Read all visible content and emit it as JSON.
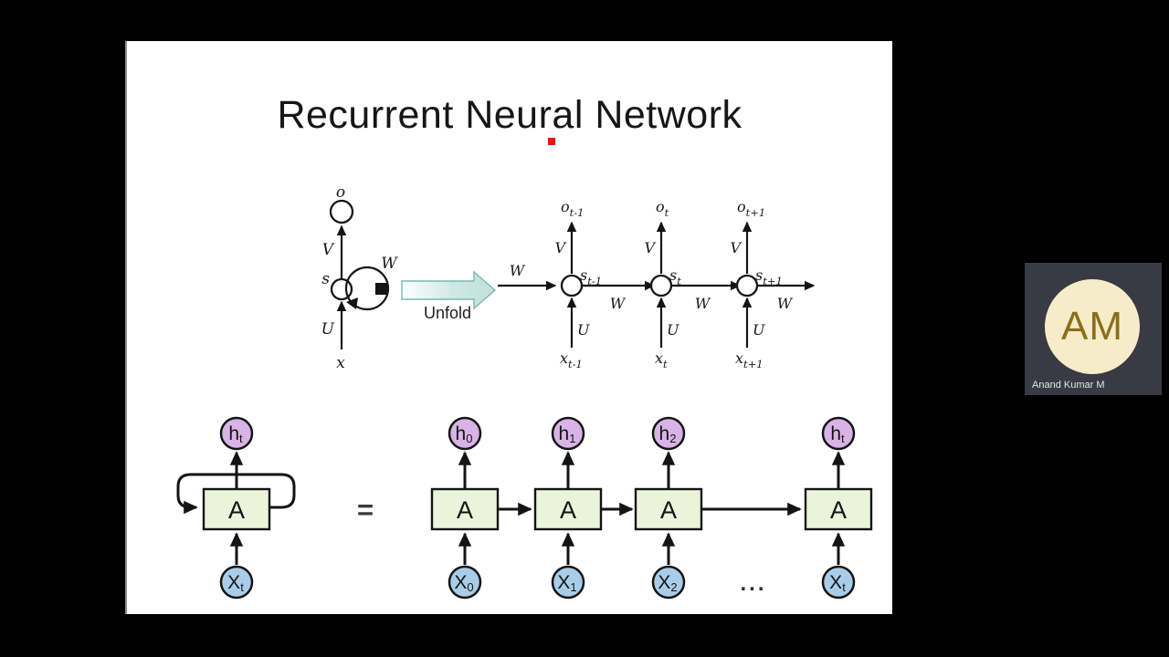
{
  "slide": {
    "title": "Recurrent Neural Network",
    "folded": {
      "o": "o",
      "v": "V",
      "s": "s",
      "w": "W",
      "u": "U",
      "x": "x"
    },
    "unfold_label": "Unfold",
    "unfolded": {
      "w_in": "W",
      "cols": [
        {
          "o": "o",
          "o_sub": "t-1",
          "v": "V",
          "s": "s",
          "s_sub": "t-1",
          "u": "U",
          "x": "x",
          "x_sub": "t-1",
          "w": "W"
        },
        {
          "o": "o",
          "o_sub": "t",
          "v": "V",
          "s": "s",
          "s_sub": "t",
          "u": "U",
          "x": "x",
          "x_sub": "t",
          "w": "W"
        },
        {
          "o": "o",
          "o_sub": "t+1",
          "v": "V",
          "s": "s",
          "s_sub": "t+1",
          "u": "U",
          "x": "x",
          "x_sub": "t+1",
          "w": "W"
        }
      ]
    },
    "rolled": {
      "h": "h",
      "h_sub": "t",
      "a": "A",
      "x": "X",
      "x_sub": "t"
    },
    "equals": "=",
    "unrolled": {
      "ellipsis": "...",
      "units": [
        {
          "h": "h",
          "h_sub": "0",
          "a": "A",
          "x": "X",
          "x_sub": "0"
        },
        {
          "h": "h",
          "h_sub": "1",
          "a": "A",
          "x": "X",
          "x_sub": "1"
        },
        {
          "h": "h",
          "h_sub": "2",
          "a": "A",
          "x": "X",
          "x_sub": "2"
        },
        {
          "h": "h",
          "h_sub": "t",
          "a": "A",
          "x": "X",
          "x_sub": "t"
        }
      ]
    },
    "colors": {
      "laser_dot": "#e2190f",
      "h_fill": "#d9b3e6",
      "a_fill": "#ebf3da",
      "x_fill": "#a9cde9",
      "unfold_fill": "#bfe0da",
      "unfold_stroke": "#79b8b0"
    }
  },
  "participant": {
    "initials": "AM",
    "name": "Anand Kumar M",
    "colors": {
      "tile_bg": "#393a43",
      "avatar_bg": "#f7ecc9",
      "initials": "#8a6e1c"
    }
  }
}
